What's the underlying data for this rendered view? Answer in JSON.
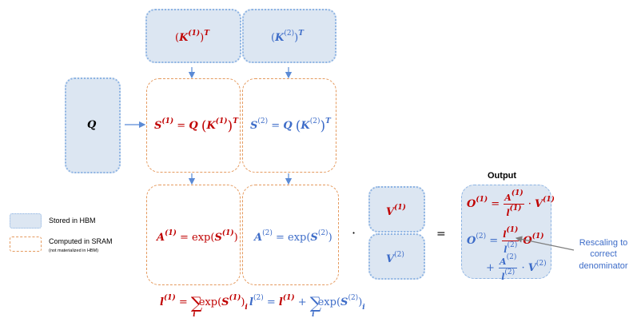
{
  "colors": {
    "block1": "#c00000",
    "block2": "#3d6cc8",
    "hbm_fill": "#dce6f2",
    "hbm_border": "#8eb4e3",
    "sram_border": "#e59a5e",
    "arrow": "#5b8bd6",
    "annotation_arrow": "#7f7f7f"
  },
  "legend": {
    "hbm_label": "Stored in HBM",
    "sram_label": "Computed in SRAM",
    "sram_note": "(not materialized in HBM)"
  },
  "output": {
    "title": "Output"
  },
  "annotation": {
    "line1": "Rescaling to",
    "line2": "correct",
    "line3": "denominator"
  },
  "symbols": {
    "dot": "·",
    "equals": "="
  }
}
